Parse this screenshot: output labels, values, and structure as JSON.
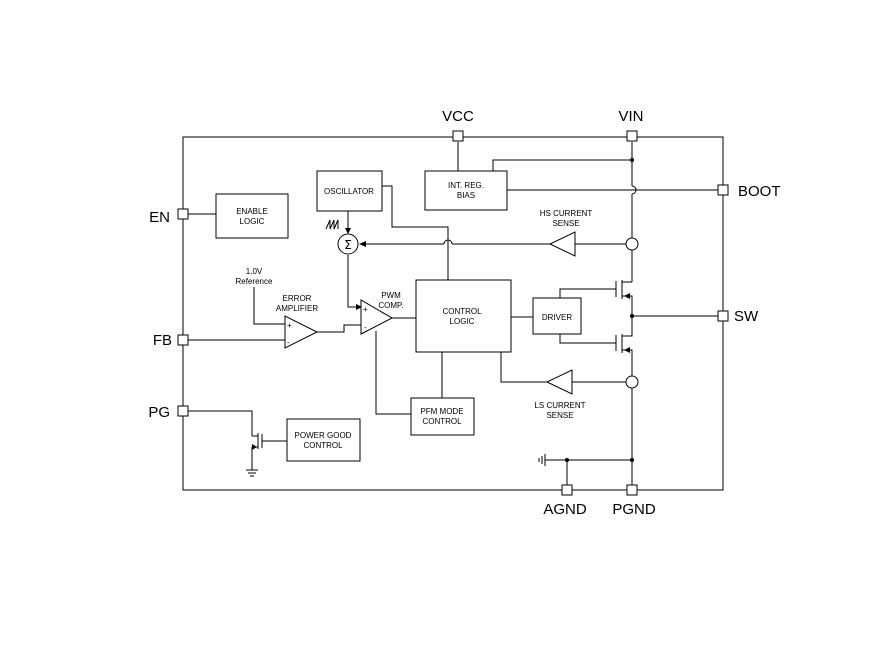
{
  "pins": {
    "vcc": "VCC",
    "vin": "VIN",
    "boot": "BOOT",
    "en": "EN",
    "fb": "FB",
    "pg": "PG",
    "sw": "SW",
    "agnd": "AGND",
    "pgnd": "PGND"
  },
  "blocks": {
    "enable_logic": [
      "ENABLE",
      "LOGIC"
    ],
    "oscillator": "OSCILLATOR",
    "int_reg_bias": [
      "INT. REG.",
      "BIAS"
    ],
    "control_logic": [
      "CONTROL",
      "LOGIC"
    ],
    "driver": "DRIVER",
    "pfm_mode_control": [
      "PFM MODE",
      "CONTROL"
    ],
    "power_good_control": [
      "POWER GOOD",
      "CONTROL"
    ]
  },
  "labels": {
    "reference": [
      "1.0V",
      "Reference"
    ],
    "error_amplifier": [
      "ERROR",
      "AMPLIFIER"
    ],
    "pwm_comp": [
      "PWM",
      "COMP."
    ],
    "hs_current_sense": [
      "HS CURRENT",
      "SENSE"
    ],
    "ls_current_sense": [
      "LS CURRENT",
      "SENSE"
    ],
    "summing_symbol": "Σ",
    "plus": "+",
    "minus": "-"
  }
}
